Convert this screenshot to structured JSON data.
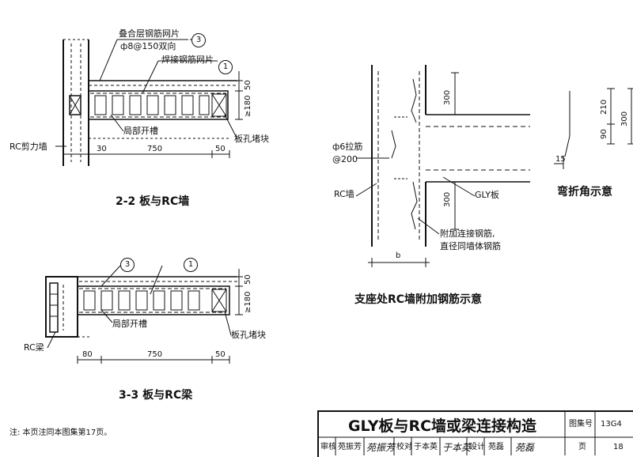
{
  "sections": {
    "s22": {
      "label_mesh_overlay": "叠合层钢筋网片",
      "label_mesh_spec": "ф8@150双向",
      "marker_3": "3",
      "label_welded_mesh": "焊接钢筋网片",
      "marker_1": "1",
      "label_wall": "RC剪力墙",
      "label_slot": "局部开槽",
      "label_block": "板孔堵块",
      "dim_30": "30",
      "dim_750": "750",
      "dim_50": "50",
      "dim_v50": "50",
      "dim_v180": "≥180",
      "caption": "2-2  板与RC墙"
    },
    "s33": {
      "marker_3": "3",
      "marker_1": "1",
      "label_beam": "RC梁",
      "label_slot": "局部开槽",
      "label_block": "板孔堵块",
      "dim_80": "80",
      "dim_750": "750",
      "dim_50": "50",
      "dim_v50": "50",
      "dim_v180": "≥180",
      "caption": "3-3  板与RC梁"
    },
    "support": {
      "label_tie": "ф6拉筋",
      "label_tie_spacing": "@200",
      "label_wall": "RC墙",
      "label_gly": "GLY板",
      "dim_300_top": "300",
      "dim_300_bottom": "300",
      "dim_b": "b",
      "note_line1": "附加连接钢筋,",
      "note_line2": "直径同墙体钢筋",
      "caption": "支座处RC墙附加钢筋示意"
    },
    "bend": {
      "dim_210": "210",
      "dim_90": "90",
      "dim_300": "300",
      "dim_15": "15",
      "caption": "弯折角示意"
    }
  },
  "footnote": "注: 本页注同本图集第17页。",
  "title_block": {
    "title": "GLY板与RC墙或梁连接构造",
    "atlas_label": "图集号",
    "atlas_no": "13G4",
    "page_label": "页",
    "page_no": "18",
    "review_label": "审核",
    "reviewer": "苑振芳",
    "review_sig": "苑振芳",
    "check_label": "校对",
    "checker": "于本英",
    "check_sig": "于本英",
    "design_label": "设计",
    "designer": "苑磊",
    "design_sig": "苑磊"
  }
}
